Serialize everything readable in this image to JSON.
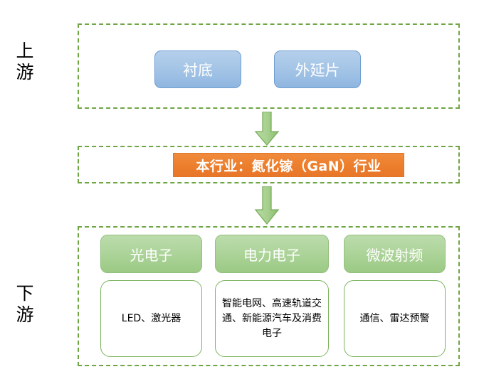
{
  "diagram": {
    "type": "industry-chain",
    "tiers": [
      {
        "id": "upstream",
        "label": "上\n游"
      },
      {
        "id": "industry",
        "label": ""
      },
      {
        "id": "downstream",
        "label": "下\n游"
      }
    ]
  },
  "tier_labels": {
    "upstream_line1": "上",
    "upstream_line2": "游",
    "downstream_line1": "下",
    "downstream_line2": "游"
  },
  "upstream": {
    "boxes": [
      {
        "label": "衬底"
      },
      {
        "label": "外延片"
      }
    ]
  },
  "industry": {
    "label": "本行业：氮化镓（GaN）行业"
  },
  "downstream": {
    "columns": [
      {
        "head": "光电子",
        "body": "LED、激光器"
      },
      {
        "head": "电力电子",
        "body": "智能电网、高速轨道交通、新能源汽车及消费电子"
      },
      {
        "head": "微波射频",
        "body": "通信、雷达预警"
      }
    ]
  },
  "arrows": {
    "upstream_to_industry": "down-arrow",
    "industry_to_downstream": "down-arrow"
  },
  "colors": {
    "dashed_border": "#6fa644",
    "blue_fill_top": "#b4cfeb",
    "blue_fill_bottom": "#8fb6e0",
    "blue_border": "#6f9ed2",
    "orange_fill_top": "#f08b3c",
    "orange_fill_bottom": "#e8762a",
    "green_fill_top": "#bcdcac",
    "green_fill_bottom": "#9bca84",
    "green_border": "#94bf7e",
    "white_box_border": "#7cb45f",
    "arrow_fill_left": "#b7d9a3",
    "arrow_fill_right": "#8cbf6e",
    "arrow_stroke": "#7aae5c",
    "text_white": "#ffffff",
    "text_black": "#000000"
  }
}
